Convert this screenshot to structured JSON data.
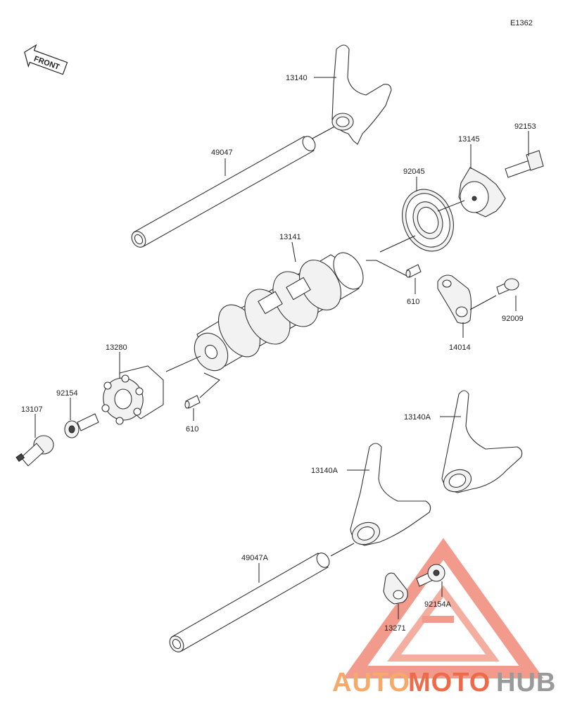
{
  "diagram_code": "E1362",
  "front_label": "FRONT",
  "parts": {
    "fork_top": "13140",
    "shaft_top": "49047",
    "cam_plate": "13145",
    "bolt_top": "92153",
    "bearing": "92045",
    "shift_drum": "13141",
    "pin_right": "610",
    "bolt_small": "92009",
    "stopper_plate": "14014",
    "drum_pins": "13280",
    "bolt_left": "92154",
    "drum_end": "13107",
    "pin_bottom": "610",
    "fork_right": "13140A",
    "fork_mid": "13140A",
    "shaft_bottom": "49047A",
    "bolt_bottom": "92154A",
    "holder": "13271"
  },
  "watermark": {
    "part1": "AUTO",
    "part2": "MOTO",
    "part3": "HUB",
    "color_light": "#f5a96b",
    "color_mid": "#ef6a4a",
    "color_dark": "#9a9a9a"
  }
}
